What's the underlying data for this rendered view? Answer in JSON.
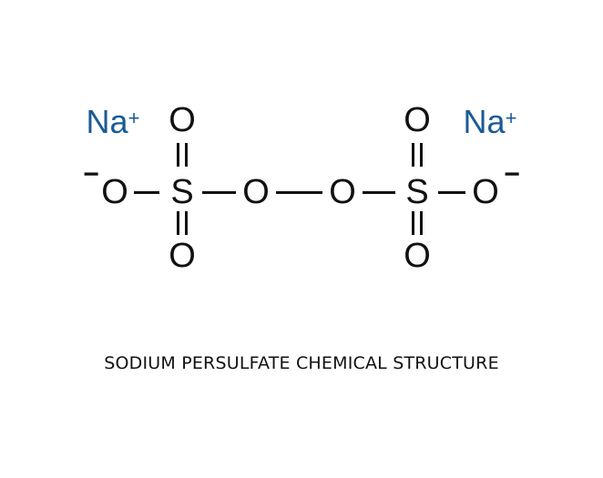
{
  "diagram": {
    "title": "SODIUM PERSULFATE CHEMICAL STRUCTURE",
    "colors": {
      "background": "#ffffff",
      "atoms": "#111111",
      "sodium": "#1a5a96"
    },
    "sodium_ions": [
      {
        "symbol": "Na",
        "charge": "+"
      },
      {
        "symbol": "Na",
        "charge": "+"
      }
    ],
    "atoms": {
      "o_terminal_left": "O",
      "s_left": "S",
      "o_top_left": "O",
      "o_bottom_left": "O",
      "o_bridge_left": "O",
      "o_bridge_right": "O",
      "s_right": "S",
      "o_top_right": "O",
      "o_bottom_right": "O",
      "o_terminal_right": "O"
    },
    "charges": {
      "left": "−",
      "right": "−"
    },
    "bonds": [
      {
        "from": "o_terminal_left",
        "to": "s_left",
        "order": 1
      },
      {
        "from": "s_left",
        "to": "o_top_left",
        "order": 2
      },
      {
        "from": "s_left",
        "to": "o_bottom_left",
        "order": 2
      },
      {
        "from": "s_left",
        "to": "o_bridge_left",
        "order": 1
      },
      {
        "from": "o_bridge_left",
        "to": "o_bridge_right",
        "order": 1
      },
      {
        "from": "o_bridge_right",
        "to": "s_right",
        "order": 1
      },
      {
        "from": "s_right",
        "to": "o_top_right",
        "order": 2
      },
      {
        "from": "s_right",
        "to": "o_bottom_right",
        "order": 2
      },
      {
        "from": "s_right",
        "to": "o_terminal_right",
        "order": 1
      }
    ]
  }
}
